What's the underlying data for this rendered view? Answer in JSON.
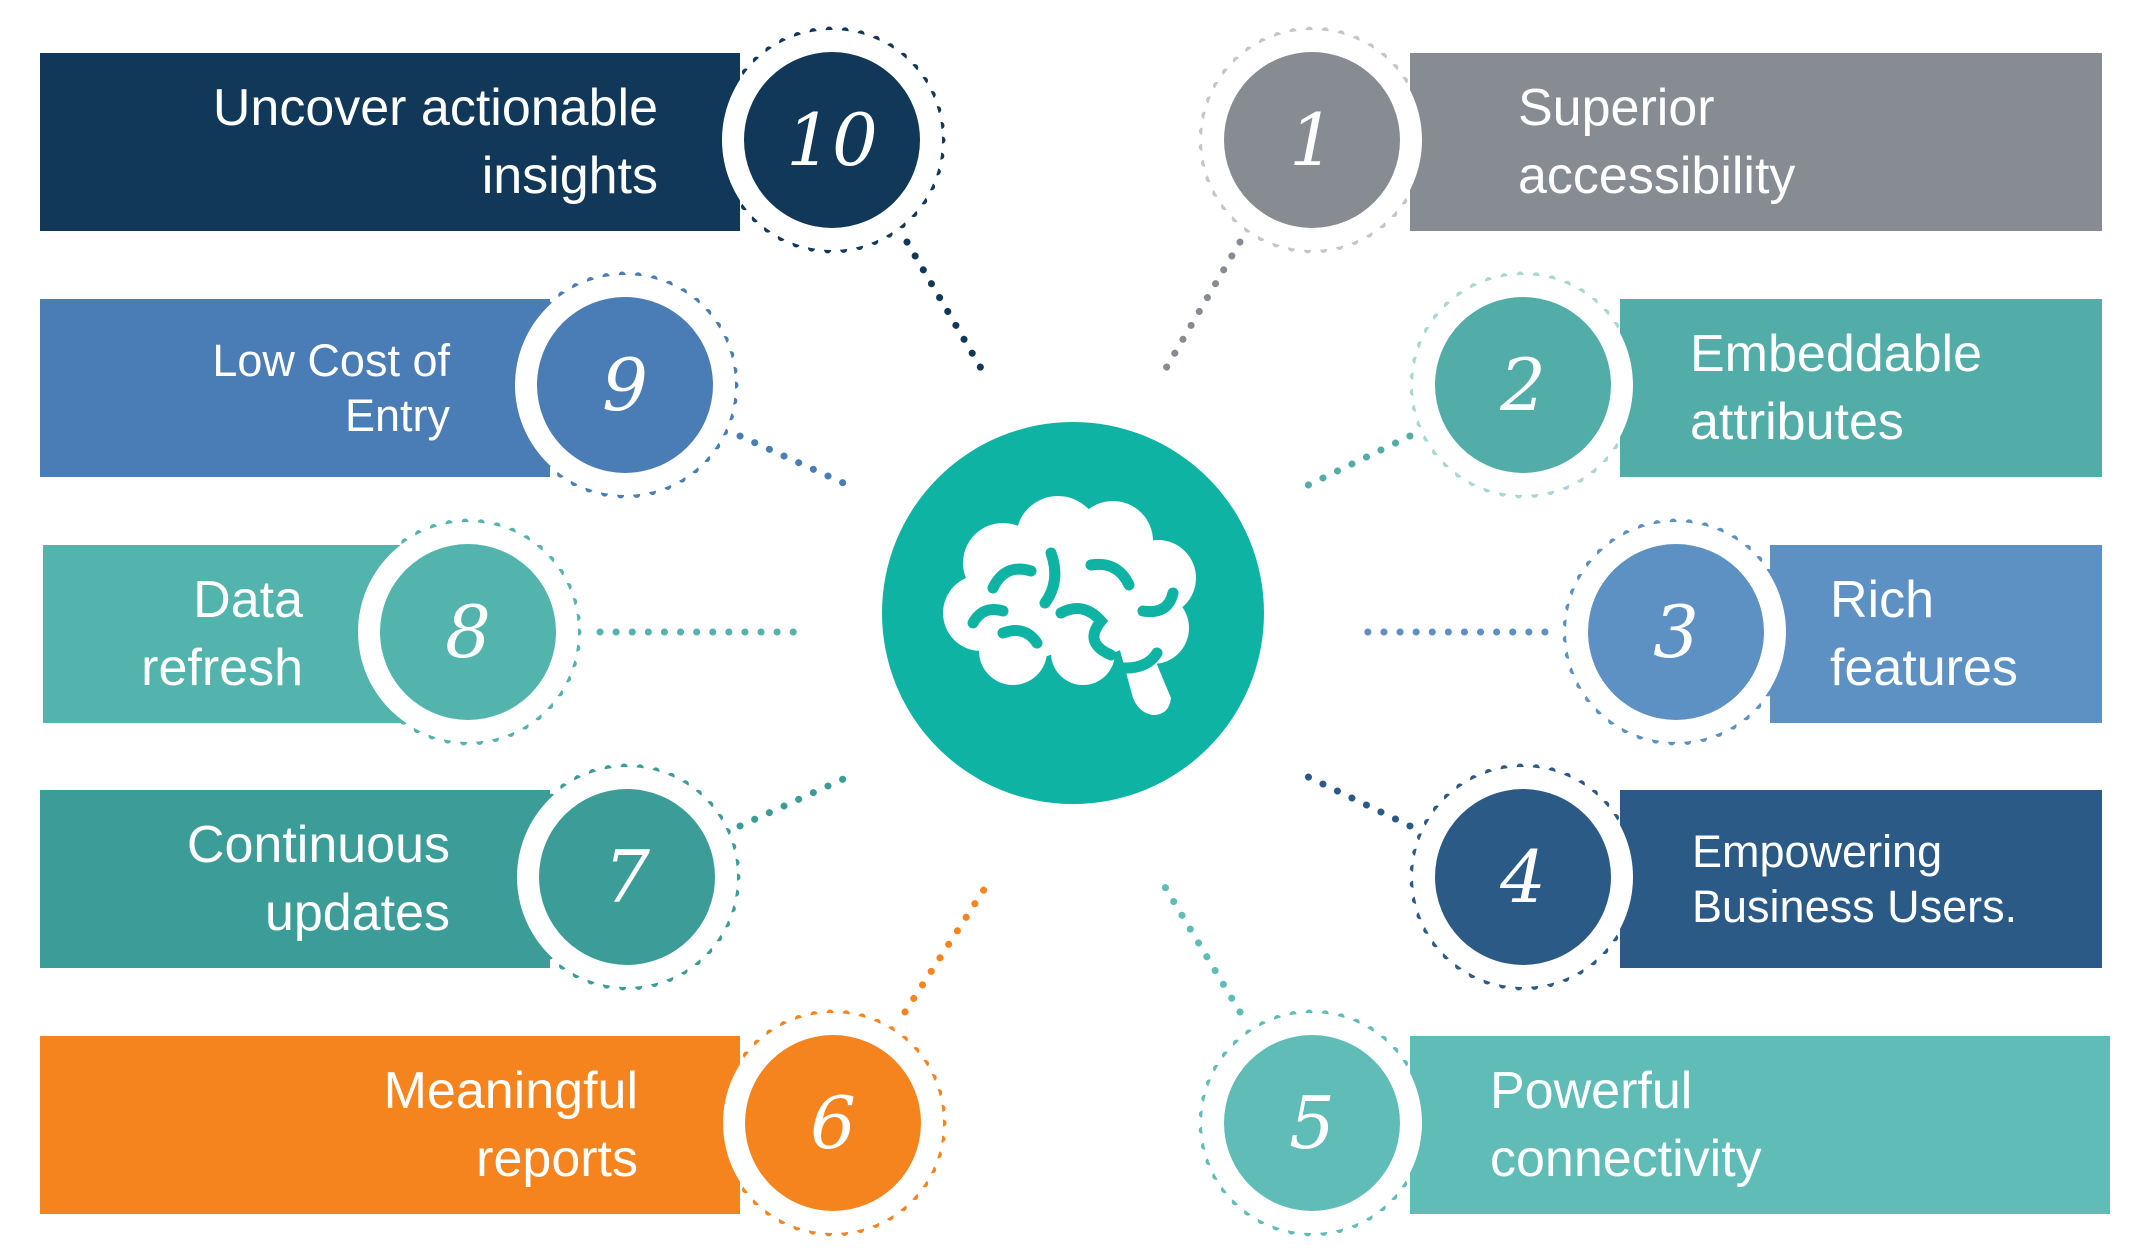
{
  "items": [
    {
      "number": "10",
      "label": "Uncover actionable\ninsights",
      "color": "#113858"
    },
    {
      "number": "9",
      "label": "Low Cost of\nEntry",
      "color": "#4a7cb6"
    },
    {
      "number": "8",
      "label": "Data\nrefresh",
      "color": "#52b4ad"
    },
    {
      "number": "7",
      "label": "Continuous\nupdates",
      "color": "#3c9c98"
    },
    {
      "number": "6",
      "label": "Meaningful\nreports",
      "color": "#f5841e"
    },
    {
      "number": "1",
      "label": "Superior\naccessibility",
      "color": "#878b92"
    },
    {
      "number": "2",
      "label": "Embeddable\nattributes",
      "color": "#52aca8"
    },
    {
      "number": "3",
      "label": "Rich\nfeatures",
      "color": "#5d91c3"
    },
    {
      "number": "4",
      "label": "Empowering\nBusiness Users.",
      "color": "#2c5a87"
    },
    {
      "number": "5",
      "label": "Powerful\nconnectivity",
      "color": "#5fbcb6"
    }
  ],
  "hub": {
    "icon": "brain-icon",
    "color": "#0fb3a3"
  }
}
